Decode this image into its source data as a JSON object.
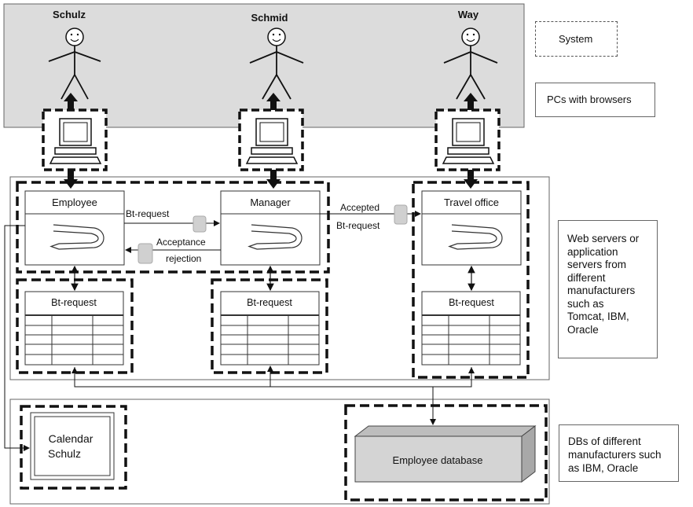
{
  "users": [
    {
      "name": "Schulz"
    },
    {
      "name": "Schmid"
    },
    {
      "name": "Way"
    }
  ],
  "apps": {
    "employee": "Employee",
    "manager": "Manager",
    "travel": "Travel office"
  },
  "tables": {
    "left": "Bt-request",
    "middle": "Bt-request",
    "right": "Bt-request"
  },
  "messages": {
    "bt_request": "Bt-request",
    "acceptance": "Acceptance",
    "rejection": "rejection",
    "accepted": "Accepted",
    "accepted_bt": "Bt-request"
  },
  "databases": {
    "calendar_line1": "Calendar",
    "calendar_line2": "Schulz",
    "employee_db": "Employee database"
  },
  "legend": {
    "system": "System",
    "pcs": "PCs with browsers",
    "web_lines": [
      "Web servers or",
      "application",
      "servers from",
      "different",
      "manufacturers",
      "such as",
      "Tomcat,  IBM,",
      "Oracle"
    ],
    "db_lines": [
      "DBs of different",
      "manufacturers such",
      "as IBM, Oracle"
    ]
  },
  "colors": {
    "system_fill": "#dcdcdc",
    "envelope_fill": "#d0d0d0",
    "db_fill": "#d4d4d4"
  }
}
